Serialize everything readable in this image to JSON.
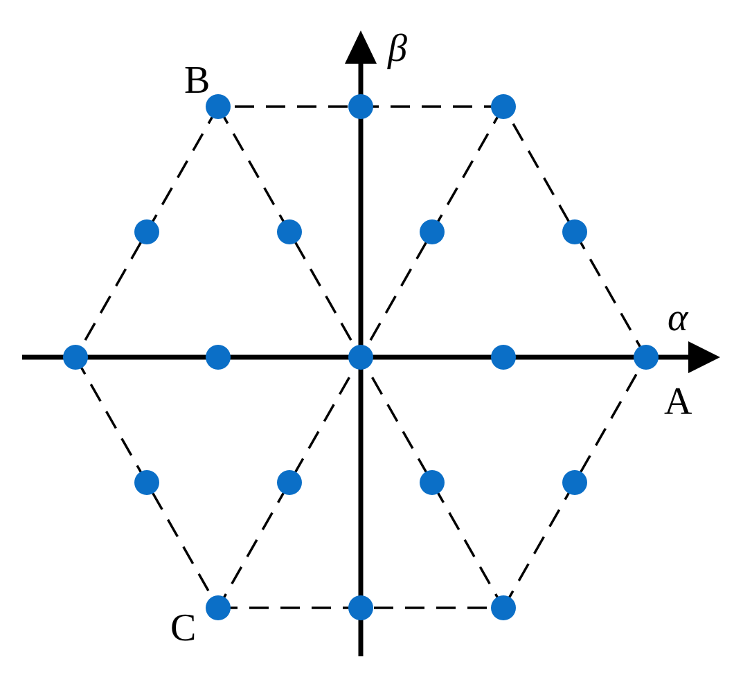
{
  "labels": {
    "alpha": "α",
    "beta": "β",
    "a": "A",
    "b": "B",
    "c": "C"
  },
  "colors": {
    "point": "#0b6fc7",
    "stroke": "#000000"
  },
  "lattice": {
    "outer_vertices": [
      [
        2,
        0
      ],
      [
        1,
        1
      ],
      [
        -1,
        1
      ],
      [
        -2,
        0
      ],
      [
        -1,
        -1
      ],
      [
        1,
        -1
      ]
    ],
    "points": [
      [
        -1,
        1
      ],
      [
        0,
        1
      ],
      [
        1,
        1
      ],
      [
        -1.5,
        0.5
      ],
      [
        -0.5,
        0.5
      ],
      [
        0.5,
        0.5
      ],
      [
        1.5,
        0.5
      ],
      [
        -2,
        0
      ],
      [
        -1,
        0
      ],
      [
        0,
        0
      ],
      [
        1,
        0
      ],
      [
        2,
        0
      ],
      [
        -1.5,
        -0.5
      ],
      [
        -0.5,
        -0.5
      ],
      [
        0.5,
        -0.5
      ],
      [
        1.5,
        -0.5
      ],
      [
        -1,
        -1
      ],
      [
        0,
        -1
      ],
      [
        1,
        -1
      ]
    ],
    "inner_lines": [
      [
        [
          -1,
          1
        ],
        [
          1,
          -1
        ]
      ],
      [
        [
          1,
          1
        ],
        [
          -1,
          -1
        ]
      ]
    ]
  }
}
